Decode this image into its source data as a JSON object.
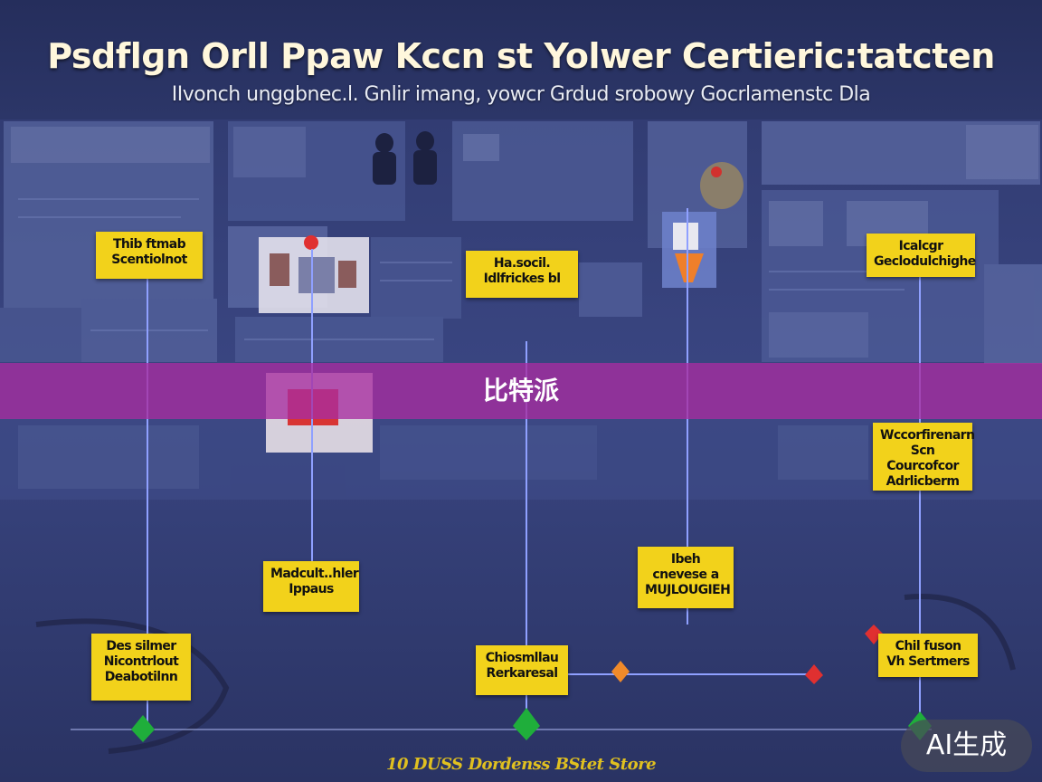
{
  "title": "Psdflɡn Orll Ppaw Kccn st Yolwer Certieric:tatcten",
  "subtitle": "IIvonch unggbnec.l. Gnlir imang, yowcr Grdud srobowy Gocrlamenstc Dla",
  "banner": "比特派",
  "notes": [
    {
      "id": "note-1",
      "text": "Thib ftmab\nScentiolnot"
    },
    {
      "id": "note-2",
      "text": "Ha.socil.\nIdlfrickes bl"
    },
    {
      "id": "note-3",
      "text": "Icalcgr\nGeclodulchighe"
    },
    {
      "id": "note-4",
      "text": "Wccorfirenarn\nScn Courcofcor\nAdrlicberm"
    },
    {
      "id": "note-5",
      "text": "Madcult..hler\nIppaus"
    },
    {
      "id": "note-6",
      "text": "Ibeh cnevese a\nMUJLOUGIEH"
    },
    {
      "id": "note-7",
      "text": "Des silmer\nNicontrlout\nDeabotilnn"
    },
    {
      "id": "note-8",
      "text": "Chiosmllau\nRerkaresal"
    },
    {
      "id": "note-9",
      "text": "Chil fuson\nVh Sertmers"
    }
  ],
  "footer": "10 DUSS  Dordenss  BStet Store",
  "watermark": "AI生成",
  "colors": {
    "background": "#2b3566",
    "note": "#f2d21b",
    "banner": "#a82da0",
    "connector": "#8fa0ff",
    "marker_green": "#1fae3b",
    "marker_orange": "#f08a2a",
    "marker_red": "#e03030"
  }
}
